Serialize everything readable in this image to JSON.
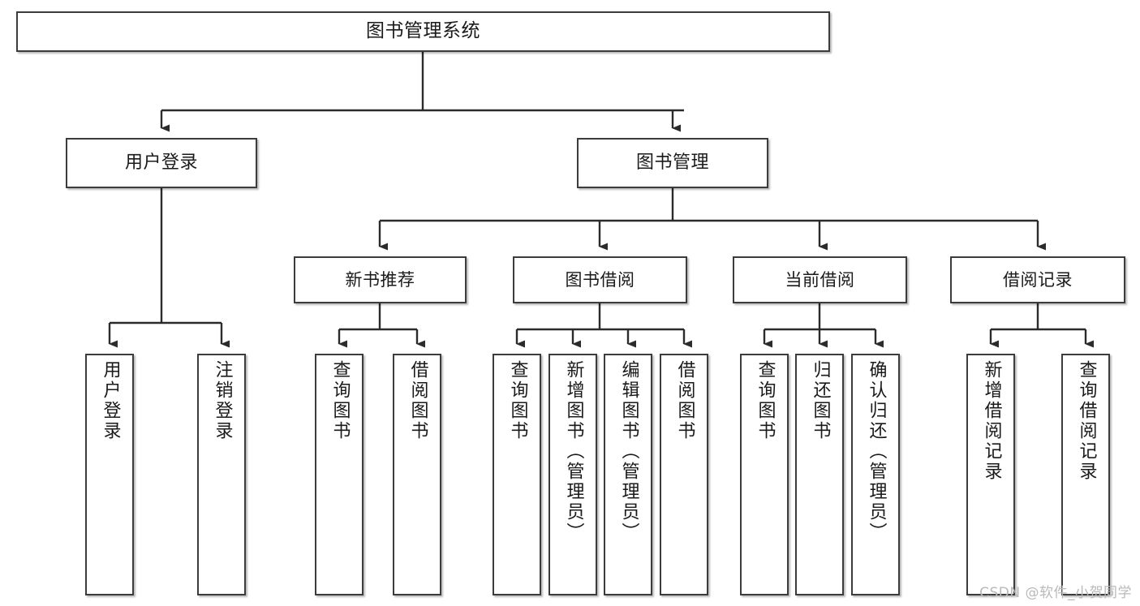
{
  "diagram": {
    "type": "tree",
    "title": "图书管理系统",
    "orientation": "top-down",
    "colors": {
      "box_border": "#3c3c3c",
      "box_fill": "#ffffff",
      "connector": "#2b2b2b",
      "text": "#1a1a1a",
      "watermark": "#b9b9b9"
    }
  },
  "watermark": {
    "text": "CSDN @软件_小贺同学"
  },
  "nodes": {
    "root": {
      "label": "图书管理系统"
    },
    "level2": [
      {
        "label": "用户登录"
      },
      {
        "label": "图书管理"
      }
    ],
    "level3": [
      {
        "label": "新书推荐"
      },
      {
        "label": "图书借阅"
      },
      {
        "label": "当前借阅"
      },
      {
        "label": "借阅记录"
      }
    ],
    "leaves": {
      "user_login": [
        {
          "label": "用户登录"
        },
        {
          "label": "注销登录"
        }
      ],
      "new_book": [
        {
          "label": "查询图书"
        },
        {
          "label": "借阅图书"
        }
      ],
      "book_borrow": [
        {
          "label": "查询图书"
        },
        {
          "label": "新增图书（管理员）"
        },
        {
          "label": "编辑图书（管理员）"
        },
        {
          "label": "借阅图书"
        }
      ],
      "current_borrow": [
        {
          "label": "查询图书"
        },
        {
          "label": "归还图书"
        },
        {
          "label": "确认归还（管理员）"
        }
      ],
      "borrow_record": [
        {
          "label": "新增借阅记录"
        },
        {
          "label": "查询借阅记录"
        }
      ]
    }
  }
}
